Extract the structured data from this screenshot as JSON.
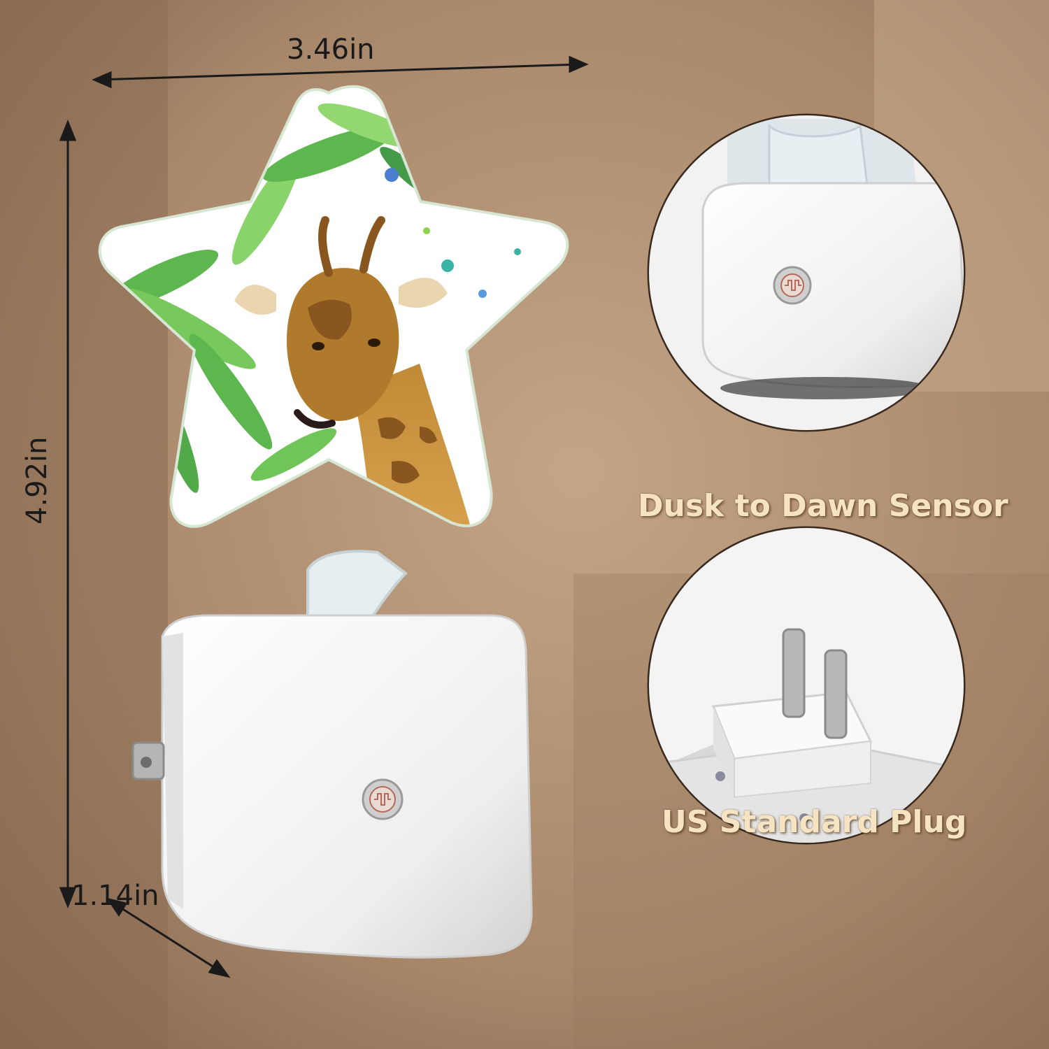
{
  "dimensions": {
    "width": "3.46in",
    "height": "4.92in",
    "depth": "1.14in"
  },
  "callouts": {
    "sensor": "Dusk to Dawn Sensor",
    "plug": "US Standard Plug"
  },
  "colors": {
    "background": "#a8876a",
    "caption_text": "#f6e3c2",
    "housing": "#f4f4f4",
    "leaf_green": "#4caf3a",
    "giraffe_brown": "#b07a2c"
  }
}
